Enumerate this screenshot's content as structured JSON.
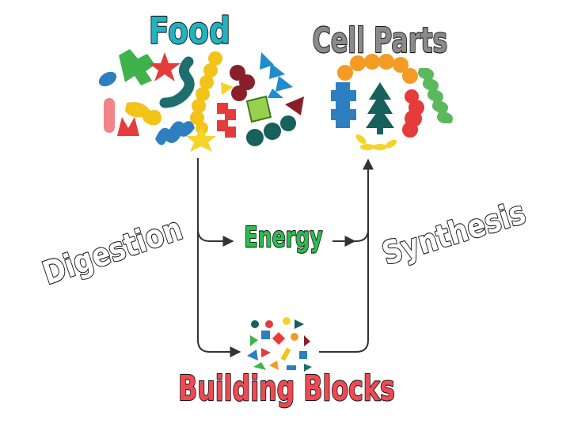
{
  "labels": {
    "food": "Food",
    "cell_parts": "Cell Parts",
    "digestion": "Digestion",
    "energy": "Energy",
    "synthesis": "Synthesis",
    "building_blocks": "Building Blocks"
  },
  "colors": {
    "food": "#22b3c2",
    "cell_parts": "#8a8a8a",
    "digestion": "#ffffff",
    "energy": "#2dbb4f",
    "synthesis": "#ffffff",
    "building_blocks": "#ee4a54",
    "arrow": "#333333"
  }
}
